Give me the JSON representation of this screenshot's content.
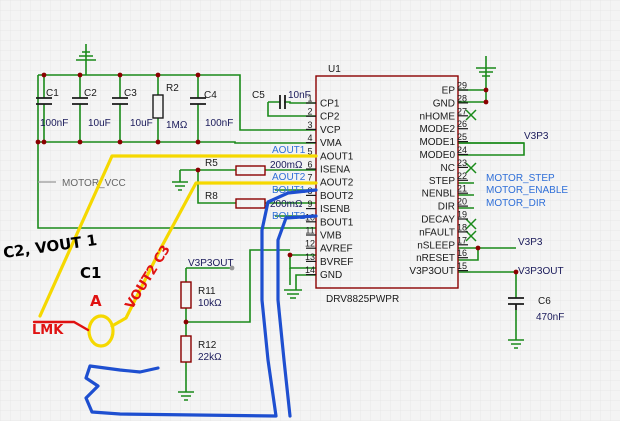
{
  "chip": {
    "ref": "U1",
    "part": "DRV8825PWPR",
    "left_pins": [
      {
        "num": "1",
        "name": "CP1"
      },
      {
        "num": "2",
        "name": "CP2"
      },
      {
        "num": "3",
        "name": "VCP"
      },
      {
        "num": "4",
        "name": "VMA"
      },
      {
        "num": "5",
        "name": "AOUT1"
      },
      {
        "num": "6",
        "name": "ISENA"
      },
      {
        "num": "7",
        "name": "AOUT2"
      },
      {
        "num": "8",
        "name": "BOUT2"
      },
      {
        "num": "9",
        "name": "ISENB"
      },
      {
        "num": "10",
        "name": "BOUT1"
      },
      {
        "num": "11",
        "name": "VMB"
      },
      {
        "num": "12",
        "name": "AVREF"
      },
      {
        "num": "13",
        "name": "BVREF"
      },
      {
        "num": "14",
        "name": "GND"
      }
    ],
    "right_pins": [
      {
        "num": "29",
        "name": "EP"
      },
      {
        "num": "28",
        "name": "GND"
      },
      {
        "num": "27",
        "name": "nHOME"
      },
      {
        "num": "26",
        "name": "MODE2"
      },
      {
        "num": "25",
        "name": "MODE1"
      },
      {
        "num": "24",
        "name": "MODE0"
      },
      {
        "num": "23",
        "name": "NC"
      },
      {
        "num": "22",
        "name": "STEP"
      },
      {
        "num": "21",
        "name": "NENBL"
      },
      {
        "num": "20",
        "name": "DIR"
      },
      {
        "num": "19",
        "name": "DECAY"
      },
      {
        "num": "18",
        "name": "nFAULT"
      },
      {
        "num": "17",
        "name": "nSLEEP"
      },
      {
        "num": "16",
        "name": "nRESET"
      },
      {
        "num": "15",
        "name": "V3P3OUT"
      }
    ]
  },
  "components": {
    "c1": {
      "ref": "C1",
      "value": "100nF"
    },
    "c2": {
      "ref": "C2",
      "value": "10uF"
    },
    "c3": {
      "ref": "C3",
      "value": "10uF"
    },
    "r2": {
      "ref": "R2",
      "value": "1MΩ"
    },
    "c4": {
      "ref": "C4",
      "value": "100nF"
    },
    "c5": {
      "ref": "C5",
      "value": "10nF"
    },
    "r5": {
      "ref": "R5",
      "value": "200mΩ"
    },
    "r8": {
      "ref": "R8",
      "value": "200mΩ"
    },
    "r11": {
      "ref": "R11",
      "value": "10kΩ"
    },
    "r12": {
      "ref": "R12",
      "value": "22kΩ"
    },
    "c6": {
      "ref": "C6",
      "value": "470nF"
    }
  },
  "nets": {
    "motor_vcc": "MOTOR_VCC",
    "aout1": "AOUT1",
    "aout2": "AOUT2",
    "bout1": "BOUT1",
    "bout2": "BOUT2",
    "v3p3": "V3P3",
    "v3p3_sleep": "V3P3",
    "v3p3out_right": "V3P3OUT",
    "v3p3out_left": "V3P3OUT",
    "motor_step": "MOTOR_STEP",
    "motor_enable": "MOTOR_ENABLE",
    "motor_dir": "MOTOR_DIR"
  },
  "annotations": {
    "c2_vout1": "C2, VOUT 1",
    "c1": "C1",
    "a": "A",
    "vout2_c3": "VOUT2 C3",
    "lmk": "LMK"
  },
  "colors": {
    "wire": "#1a8a1a",
    "chip_outline": "#8a0000",
    "annotation_yellow": "#f5d800",
    "annotation_red": "#e01212",
    "annotation_blue": "#1e4fd0",
    "net_label": "#2f6fd8"
  }
}
